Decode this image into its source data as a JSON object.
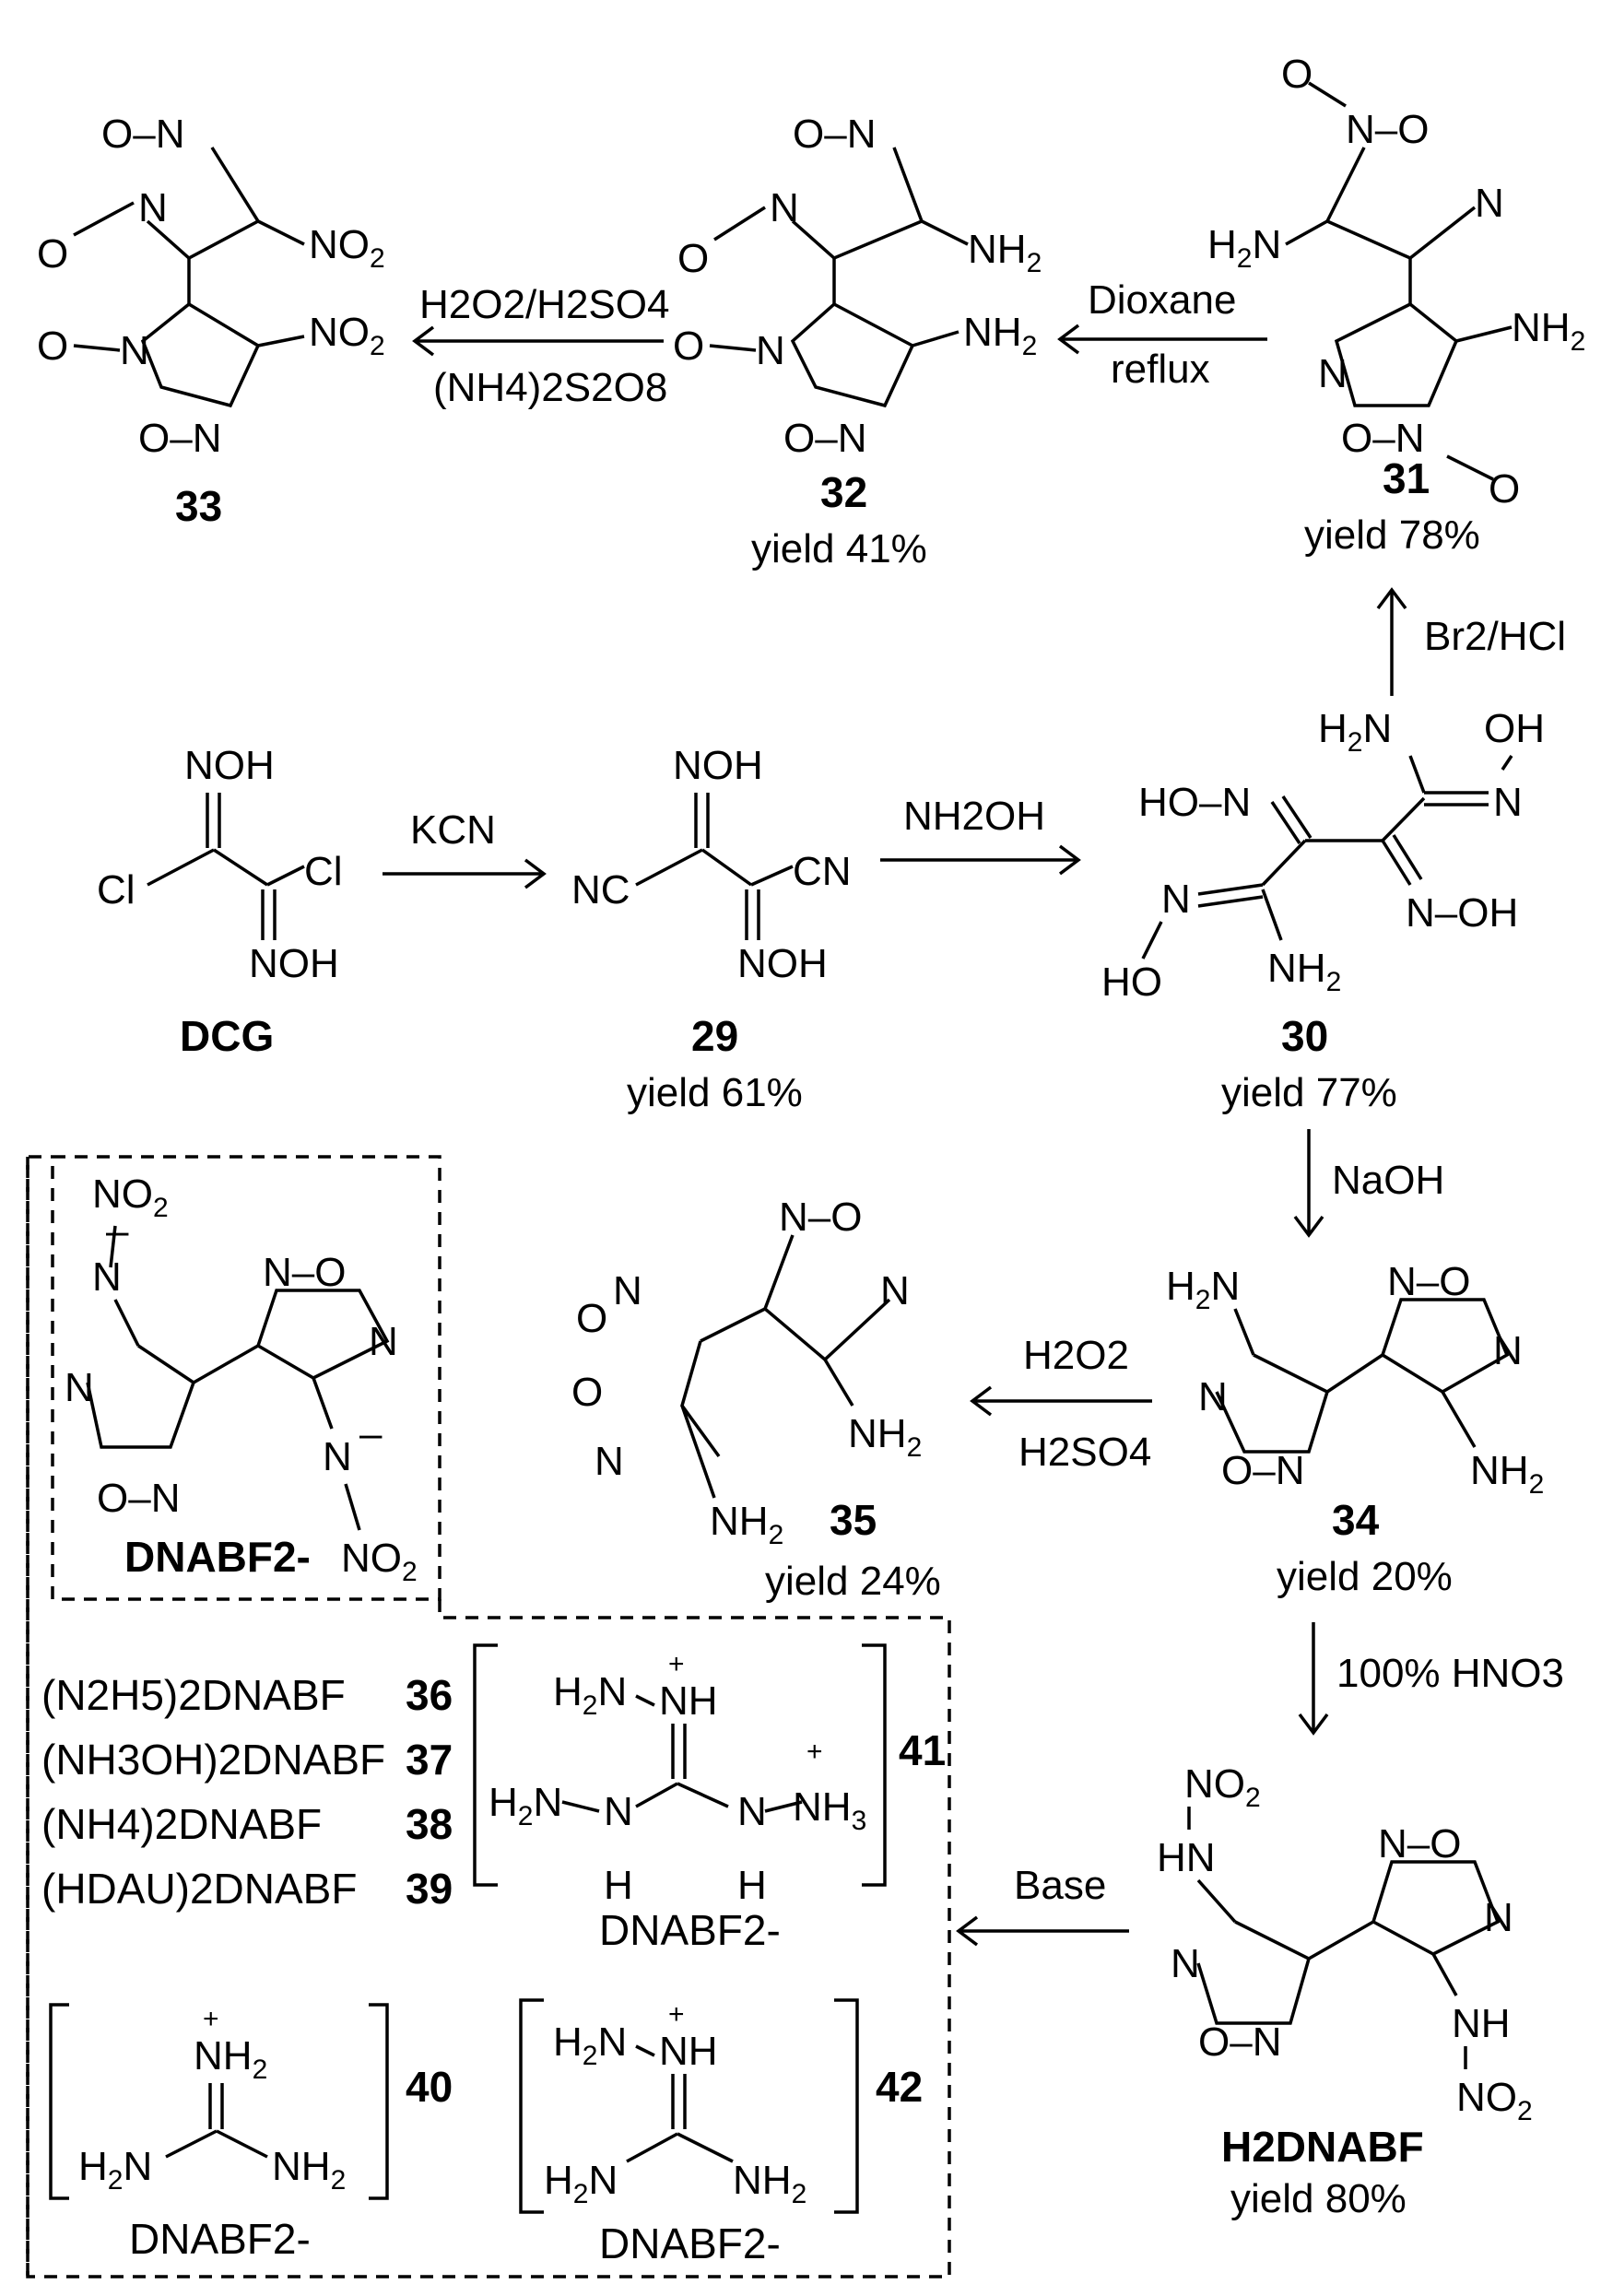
{
  "compounds": {
    "c33": {
      "label": "33"
    },
    "c32": {
      "label": "32",
      "yield": "yield 41%"
    },
    "c31": {
      "label": "31",
      "yield": "yield 78%"
    },
    "dcg": {
      "label": "DCG"
    },
    "c29": {
      "label": "29",
      "yield": "yield 61%"
    },
    "c30": {
      "label": "30",
      "yield": "yield 77%"
    },
    "c34": {
      "label": "34",
      "yield": "yield 20%"
    },
    "c35": {
      "label": "35",
      "yield": "yield 24%"
    },
    "h2dnabf": {
      "label": "H2DNABF",
      "yield": "yield 80%"
    },
    "dnabf": {
      "label": "DNABF2-"
    }
  },
  "conditions": {
    "c32_to_33_line1": "H2O2/H2SO4",
    "c32_to_33_line2": "(NH4)2S2O8",
    "c31_to_32_line1": "Dioxane",
    "c31_to_32_line2": "reflux",
    "c30_to_31": "Br2/HCl",
    "dcg_to_29": "KCN",
    "c29_to_30": "NH2OH",
    "c30_to_34": "NaOH",
    "c34_to_35_line1": "H2O2",
    "c34_to_35_line2": "H2SO4",
    "c34_to_h2dnabf": "100% HNO3",
    "h2dnabf_to_salts": "Base"
  },
  "salts": [
    {
      "formula": "(N2H5)2DNABF",
      "num": "36"
    },
    {
      "formula": "(NH3OH)2DNABF",
      "num": "37"
    },
    {
      "formula": "(NH4)2DNABF",
      "num": "38"
    },
    {
      "formula": "(HDAU)2DNABF",
      "num": "39"
    }
  ],
  "cation_salts": {
    "s40": {
      "num": "40",
      "anion": "DNABF2-"
    },
    "s41": {
      "num": "41",
      "anion": "DNABF2-"
    },
    "s42": {
      "num": "42",
      "anion": "DNABF2-"
    }
  }
}
